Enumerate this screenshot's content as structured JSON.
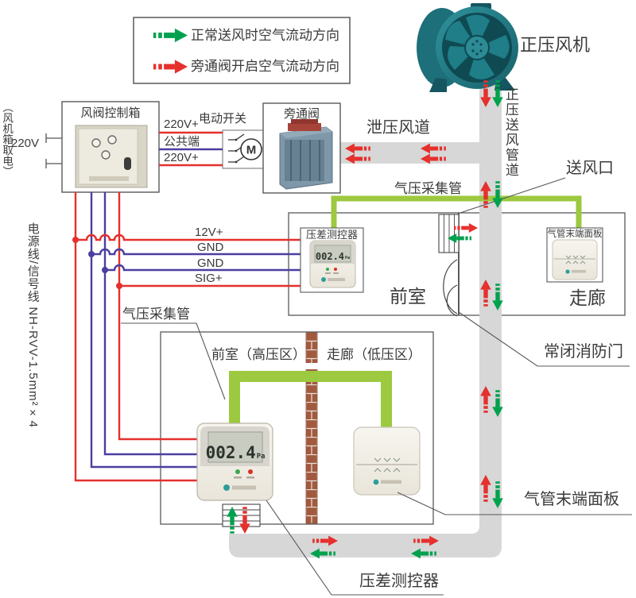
{
  "legend": {
    "normal_flow": "正常送风时空气流动方向",
    "bypass_flow": "旁通阀开启空气流动方向"
  },
  "fan": {
    "label": "正压风机"
  },
  "supply_duct_label": "正压送风管道",
  "relief_duct_label": "泄压风道",
  "power_note": "（风机箱取电）",
  "power_voltage": "220V",
  "control_box": {
    "title": "风阀控制箱"
  },
  "switch": {
    "title": "电动开关",
    "motor_symbol": "M"
  },
  "bypass_valve": {
    "title": "旁通阀"
  },
  "wire_labels": {
    "l1": "220V+",
    "l2": "公共端",
    "l3": "220V+",
    "s1": "12V+",
    "s2": "GND",
    "s3": "GND",
    "s4": "SIG+",
    "cable": "电源线/信号线 NH-RVV-1.5mm²×4"
  },
  "sampling_tube_label_upper": "气压采集管",
  "sampling_tube_label_lower": "气压采集管",
  "mid_controller": {
    "title": "压差测控器",
    "lcd_value": "002.4",
    "lcd_unit": "Pa"
  },
  "mid_panel": {
    "title": "气管末端面板"
  },
  "mid_rooms": {
    "left": "前室",
    "right": "走廊"
  },
  "callouts": {
    "air_outlet": "送风口",
    "fire_door": "常闭消防门",
    "bottom_controller": "压差测控器",
    "bottom_panel": "气管末端面板"
  },
  "bottom_rooms": {
    "left": "前室（高压区）",
    "right": "走廊（低压区）"
  },
  "bottom_controller_lcd": {
    "value": "002.4",
    "unit": "Pa"
  },
  "colors": {
    "normal_flow_green": "#00a14e",
    "bypass_flow_red": "#e5302c",
    "tube_green": "#9cc93f",
    "duct_gray": "#d7d7d7",
    "wire_red": "#e5302c",
    "wire_blue": "#4a3f9f",
    "brick_brown": "#a25a3e"
  }
}
